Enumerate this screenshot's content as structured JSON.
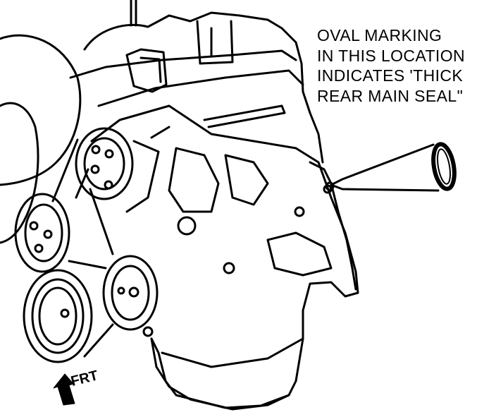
{
  "callout": {
    "lines": [
      "OVAL MARKING",
      "IN THIS LOCATION",
      "INDICATES 'THICK",
      "REAR MAIN SEAL\""
    ]
  },
  "direction_label": "FRT",
  "icons": {
    "oval_marking": "oval-marking-icon",
    "pointer_arrow": "pointer-arrow-icon",
    "front_arrow": "front-arrow-icon"
  },
  "colors": {
    "ink": "#000000",
    "paper": "#ffffff"
  }
}
